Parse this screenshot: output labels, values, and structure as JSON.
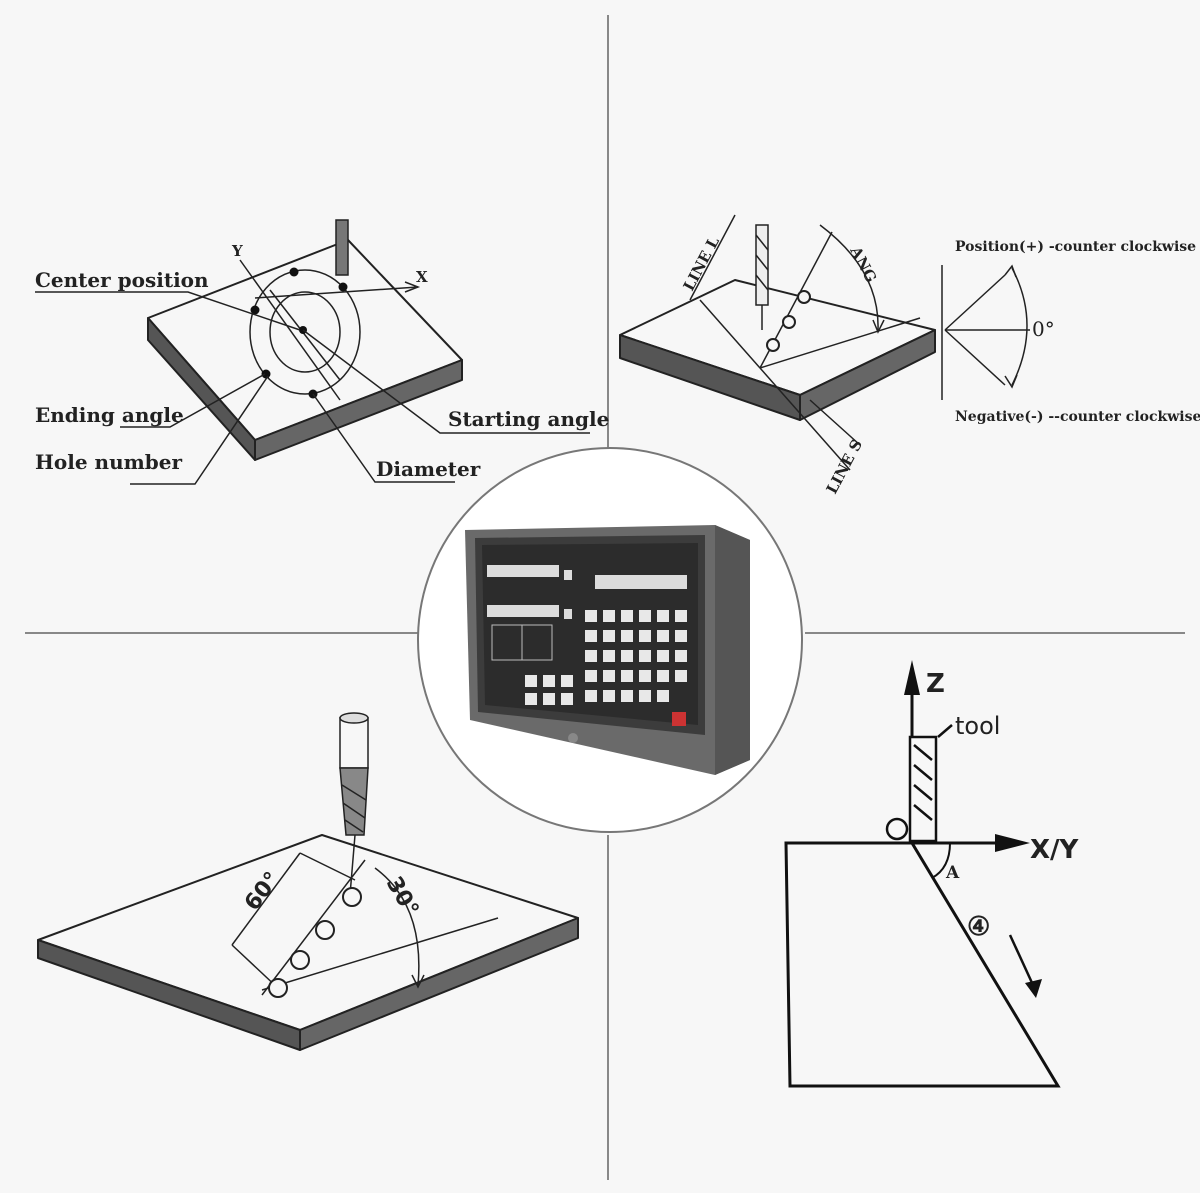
{
  "top_left": {
    "center_position": "Center position",
    "ending_angle": "Ending angle",
    "hole_number": "Hole number",
    "starting_angle": "Starting angle",
    "diameter": "Diameter",
    "axis_x": "X",
    "axis_y": "Y"
  },
  "top_right": {
    "line_l": "LINE  L",
    "ang": "ANG",
    "line_s": "LINE  S",
    "positive_note": "Position(+) -counter clockwise",
    "zero_deg": "0°",
    "negative_note": "Negative(-) --counter clockwise"
  },
  "bottom_left": {
    "angle_60": "60°",
    "angle_30": "30°"
  },
  "bottom_right": {
    "axis_z": "Z",
    "tool": "tool",
    "axis_xy": "X/Y",
    "angle_a": "A",
    "step_4": "④"
  }
}
